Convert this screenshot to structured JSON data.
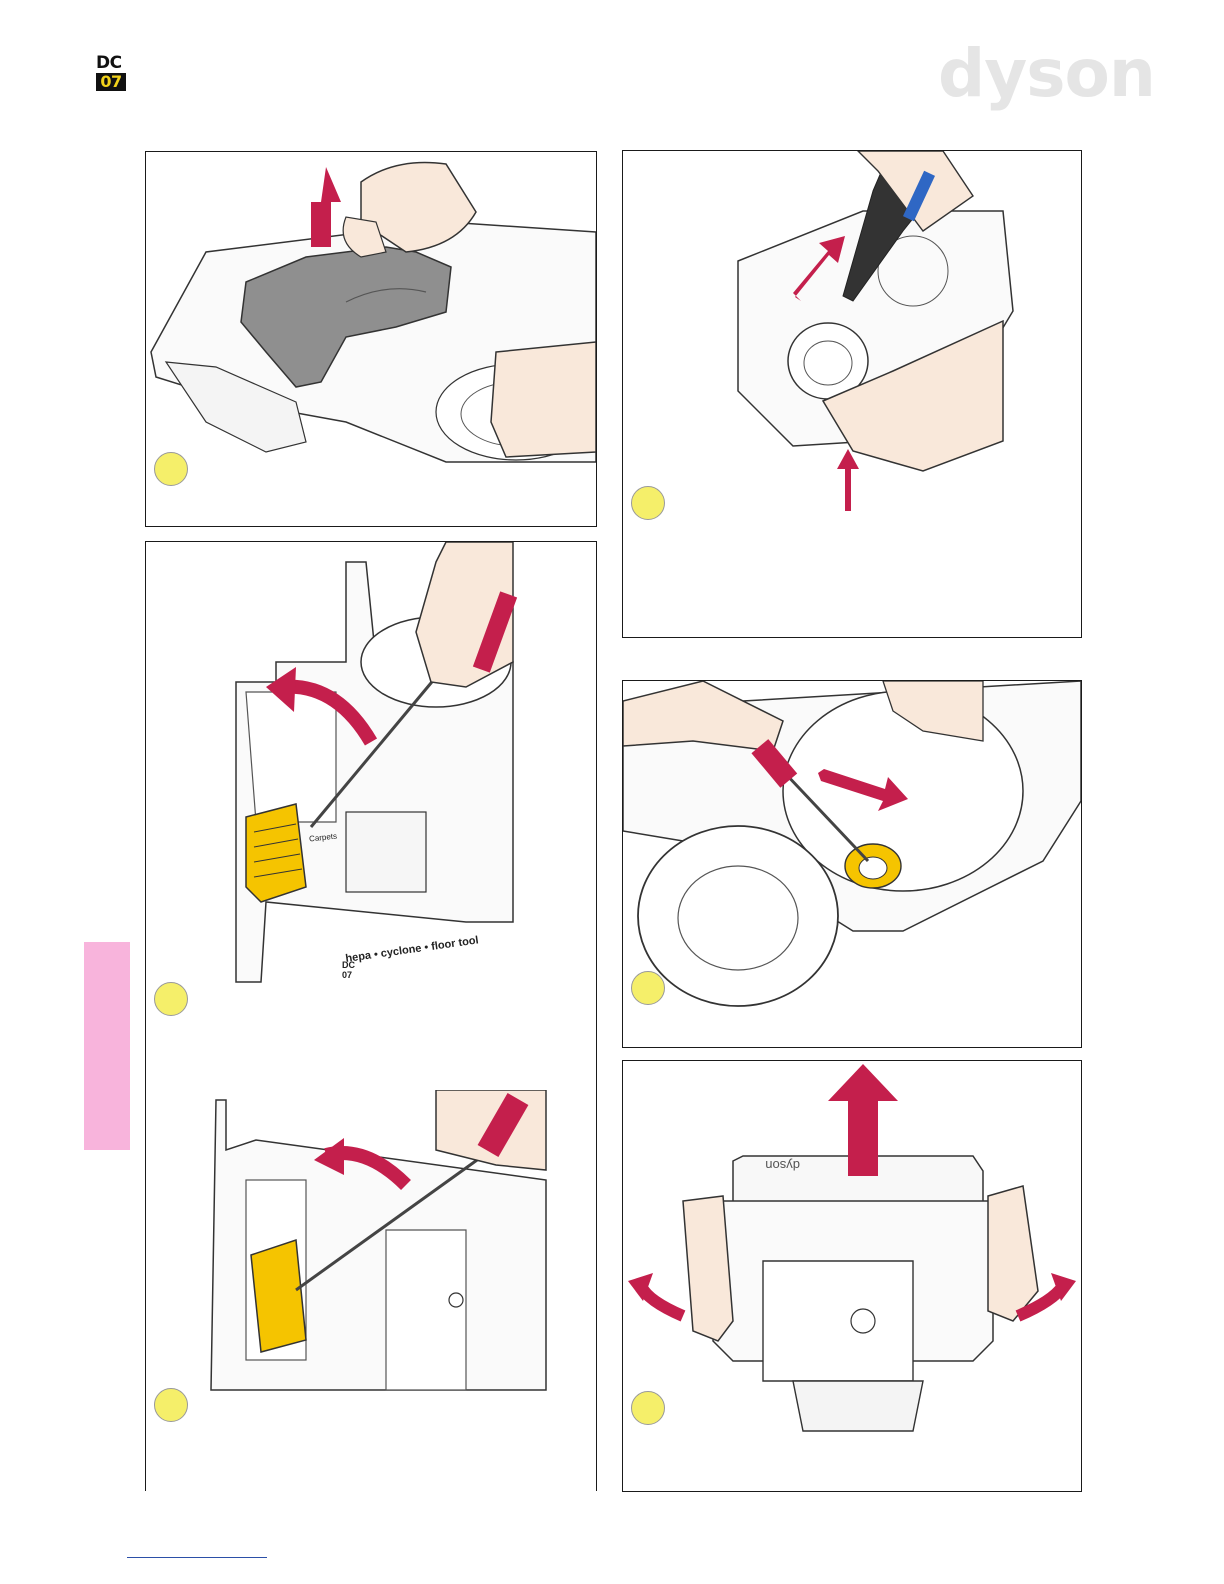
{
  "header": {
    "model_line1": "DC",
    "model_line2": "07",
    "brand_logo": "dyson"
  },
  "panels": {
    "p3": {
      "label": "Carpets"
    },
    "p4": {
      "model_mark": "DC 07",
      "brand_mark": "hepa • cyclone • floor tool"
    }
  },
  "colors": {
    "arrow": "#c41f4c",
    "highlight_yellow": "#f5c400",
    "step_circle": "#f5ef6a",
    "side_tab": "#f8b4dc",
    "hand": "#f9e8da"
  }
}
